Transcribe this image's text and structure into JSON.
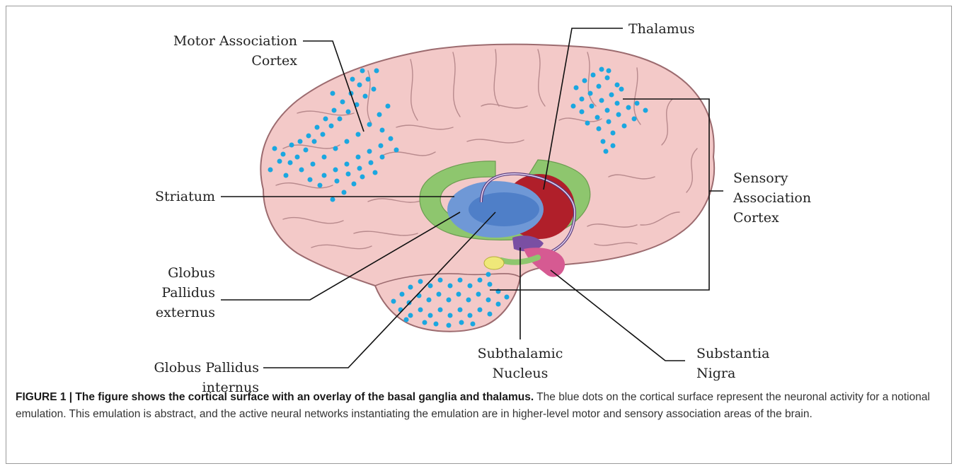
{
  "labels": {
    "motor_association_cortex": "Motor Association\nCortex",
    "thalamus": "Thalamus",
    "sensory_association_cortex": "Sensory\nAssociation\nCortex",
    "striatum": "Striatum",
    "globus_pallidus_externus": "Globus\nPallidus\nexternus",
    "globus_pallidus_internus": "Globus Pallidus\ninternus",
    "subthalamic_nucleus": "Subthalamic\nNucleus",
    "substantia_nigra": "Substantia\nNigra"
  },
  "caption": {
    "bold": "FIGURE 1 | The figure shows the cortical surface with an overlay of the basal ganglia and thalamus.",
    "text": " The blue dots on the cortical surface represent the neuronal activity for a notional emulation. This emulation is abstract, and the active neural networks instantiating the emulation are in higher-level motor and sensory association areas of the brain."
  },
  "colors": {
    "cortex_fill": "#f3c9c8",
    "cortex_stroke": "#9c6b6f",
    "striatum_green": "#8ec66e",
    "globus_blue": "#6f98d6",
    "globus_inner_blue": "#4f7fc8",
    "thalamus_red": "#b01f2a",
    "substantia_nigra_pink": "#d65a92",
    "subthalamic_purple": "#7a4fa3",
    "yellow_bulb": "#efe879",
    "activity_dots": "#1aa7e0",
    "leader_lines": "#111111"
  }
}
